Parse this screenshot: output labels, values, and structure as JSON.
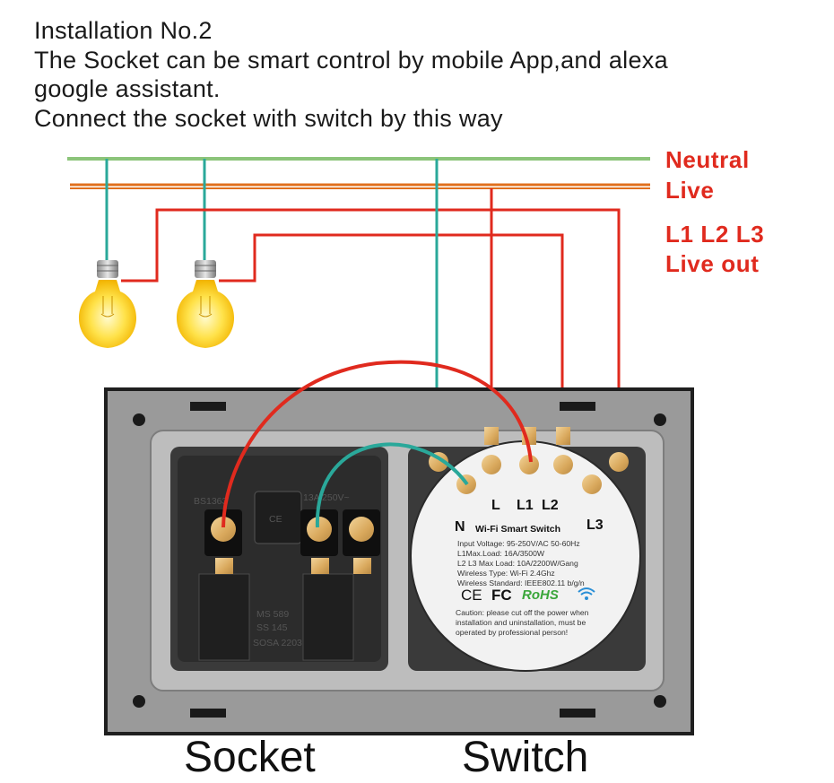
{
  "intro": {
    "line1": "Installation No.2",
    "line2": "The Socket can be smart control by mobile App,and alexa",
    "line3": "google assistant.",
    "line4": "Connect the socket with switch by this way"
  },
  "wire_labels": {
    "neutral": "Neutral",
    "live": "Live",
    "live_out_1": "L1 L2 L3",
    "live_out_2": "Live out"
  },
  "captions": {
    "socket": "Socket",
    "switch": "Switch"
  },
  "switch_module": {
    "terminal_l": "L",
    "terminal_l1": "L1",
    "terminal_l2": "L2",
    "terminal_n": "N",
    "terminal_l3": "L3",
    "name": "Wi-Fi Smart Switch",
    "specs": [
      "Input Voltage: 95-250V/AC 50-60Hz",
      "L1Max.Load: 16A/3500W",
      "L2 L3 Max Load: 10A/2200W/Gang",
      "Wireless Type: Wi-Fi 2.4Ghz",
      "Wireless Standard: IEEE802.11 b/g/n"
    ],
    "cert_ce": "CE",
    "cert_fc": "FC",
    "cert_rohs": "RoHS",
    "caution": [
      "Caution: please cut off the power when",
      "installation and uninstallation, must be",
      "operated by professional person!"
    ]
  },
  "socket_module": {
    "mark_bs": "BS1363",
    "mark_rating": "13A 250V~",
    "mark_ce": "CE",
    "mark_ms": "MS 589",
    "mark_ss": "SS 145",
    "mark_sosa": "SOSA 2203"
  },
  "colors": {
    "neutral_wire": "#8cc47a",
    "live_wire": "#e0701e",
    "live_out_wire": "#e02a1e",
    "label_red": "#e02a1e",
    "teal_wire": "#2aa89a",
    "panel": "#9a9a9a",
    "rohs_green": "#3aa63a"
  }
}
